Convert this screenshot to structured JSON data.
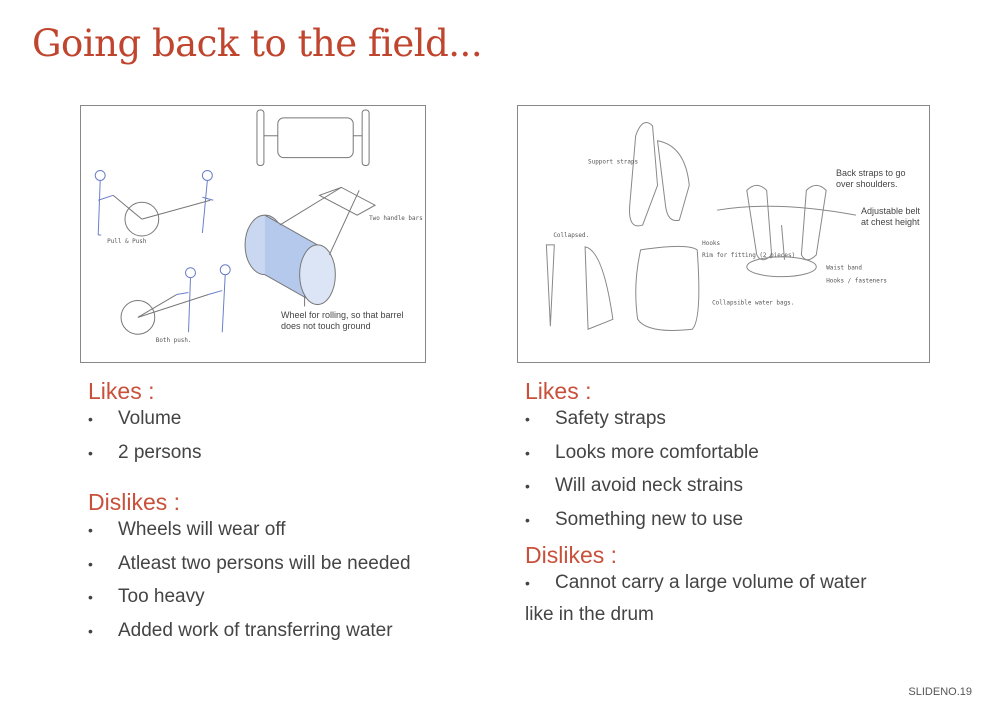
{
  "title": "Going back to the field...",
  "sketches": {
    "left": {
      "annotations": [
        "Pull & Push",
        "Both push.",
        "Two handle bars",
        "Wheel for rolling, so that barrel does not touch ground"
      ]
    },
    "right": {
      "annotations": [
        "Support straps",
        "Collapsed.",
        "Hooks",
        "Rim for fitting (2 pieces)",
        "Collapsible water bags.",
        "Back straps to go over shoulders.",
        "Adjustable belt at chest height",
        "Waist band",
        "Hooks / fasteners"
      ]
    }
  },
  "left": {
    "likes_heading": "Likes :",
    "likes": [
      "Volume",
      "2 persons"
    ],
    "dislikes_heading": "Dislikes :",
    "dislikes": [
      "Wheels will wear off",
      "Atleast two persons will be needed",
      "Too heavy",
      "Added work of transferring water"
    ]
  },
  "right": {
    "likes_heading": "Likes :",
    "likes": [
      "Safety straps",
      "Looks more comfortable",
      "Will avoid neck strains",
      "Something new to use"
    ],
    "dislikes_heading": "Dislikes :",
    "dislikes": [
      "Cannot carry a large volume of water"
    ],
    "continuation": "like in the drum"
  },
  "slide_number": "SLIDENO.19"
}
